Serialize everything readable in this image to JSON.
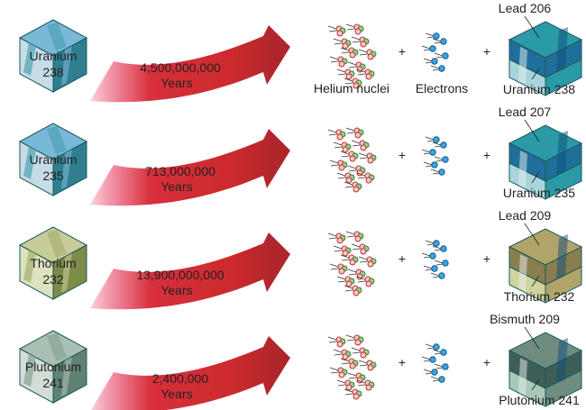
{
  "labels": {
    "helium": "Helium nuclei",
    "electrons": "Electrons",
    "plus": "+"
  },
  "rows": [
    {
      "parent_line1": "Uranium",
      "parent_line2": "238",
      "time_line1": "4,500,000,000",
      "time_line2": "Years",
      "product_top": "Lead 206",
      "product_bottom": "Uranium 238",
      "palette": [
        "#3a9aa8",
        "#7ab8d8",
        "#2f7f8f",
        "#c6dce8"
      ],
      "product_palette": [
        "#1f6f9a",
        "#2a9aa6",
        "#a8d4dc"
      ]
    },
    {
      "parent_line1": "Uranium",
      "parent_line2": "235",
      "time_line1": "713,000,000",
      "time_line2": "Years",
      "product_top": "Lead 207",
      "product_bottom": "Uranium 235",
      "palette": [
        "#3a9aa8",
        "#7ab8d8",
        "#2f7f8f",
        "#c6dce8"
      ],
      "product_palette": [
        "#1f6f9a",
        "#2a9aa6",
        "#a8d4dc"
      ]
    },
    {
      "parent_line1": "Thorium",
      "parent_line2": "232",
      "time_line1": "13,900,000,000",
      "time_line2": "Years",
      "product_top": "Lead 209",
      "product_bottom": "Thorium 232",
      "palette": [
        "#9aa860",
        "#c8cc98",
        "#7d8a48",
        "#dfe2c0"
      ],
      "product_palette": [
        "#8a7e50",
        "#b0a468",
        "#cfd4a0"
      ]
    },
    {
      "parent_line1": "Plutonium",
      "parent_line2": "241",
      "time_line1": "2,400,000",
      "time_line2": "Years",
      "product_top": "Bismuth 209",
      "product_bottom": "Plutonium 241",
      "palette": [
        "#7a9a88",
        "#a8c0b4",
        "#5f8272",
        "#d2ddd6"
      ],
      "product_palette": [
        "#3f5e58",
        "#6f8c80",
        "#a8c8b8"
      ]
    }
  ]
}
